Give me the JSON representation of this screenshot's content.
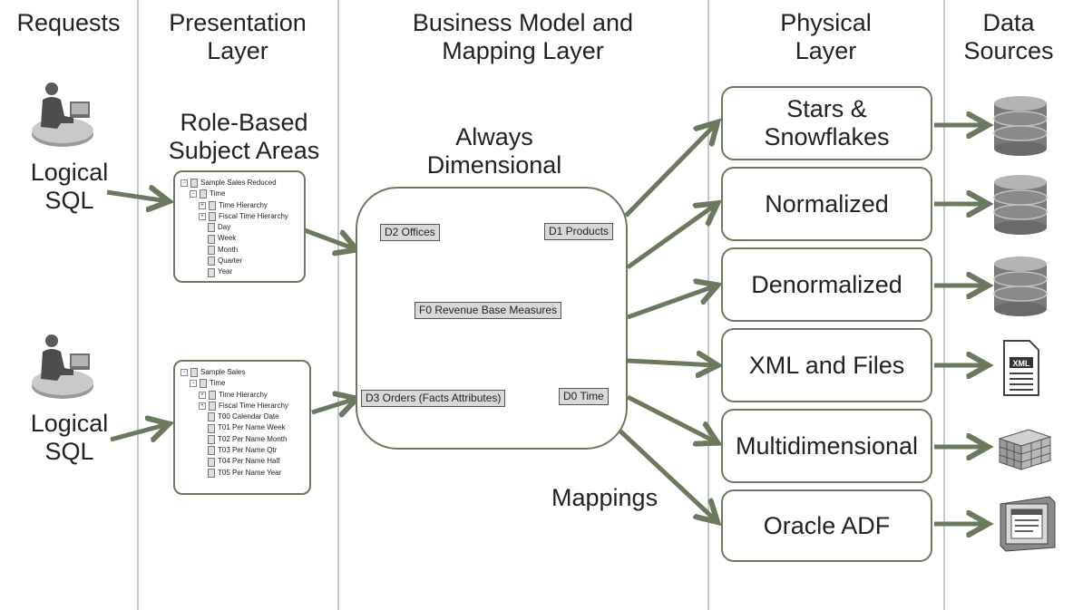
{
  "columns": {
    "requests": "Requests",
    "presentation": [
      "Presentation",
      "Layer"
    ],
    "business": [
      "Business Model and",
      "Mapping Layer"
    ],
    "physical": [
      "Physical",
      "Layer"
    ],
    "sources": [
      "Data",
      "Sources"
    ]
  },
  "requests": [
    {
      "label": [
        "Logical",
        "SQL"
      ],
      "icon": "user-at-computer-icon"
    },
    {
      "label": [
        "Logical",
        "SQL"
      ],
      "icon": "user-at-computer-icon"
    }
  ],
  "presentation": {
    "subtitle": [
      "Role-Based",
      "Subject Areas"
    ],
    "tree1": {
      "root": "Sample Sales Reduced",
      "folder": "Time",
      "items": [
        "Time Hierarchy",
        "Fiscal Time Hierarchy",
        "Day",
        "Week",
        "Month",
        "Quarter",
        "Year"
      ]
    },
    "tree2": {
      "root": "Sample Sales",
      "folder": "Time",
      "items": [
        "Time Hierarchy",
        "Fiscal Time Hierarchy",
        "T00 Calendar Date",
        "T01 Per Name Week",
        "T02 Per Name Month",
        "T03 Per Name Qtr",
        "T04 Per Name Half",
        "T05 Per Name Year"
      ]
    }
  },
  "business": {
    "subtitle": [
      "Always",
      "Dimensional"
    ],
    "nodes": {
      "offices": "D2 Offices",
      "products": "D1 Products",
      "revenue": "F0 Revenue Base Measures",
      "orders": "D3 Orders (Facts Attributes)",
      "time": "D0 Time"
    },
    "mappings": "Mappings"
  },
  "physical": [
    {
      "label": [
        "Stars &",
        "Snowflakes"
      ],
      "source_icon": "database-icon"
    },
    {
      "label": [
        "Normalized"
      ],
      "source_icon": "database-icon"
    },
    {
      "label": [
        "Denormalized"
      ],
      "source_icon": "database-icon"
    },
    {
      "label": [
        "XML and Files"
      ],
      "source_icon": "xml-file-icon"
    },
    {
      "label": [
        "Multidimensional"
      ],
      "source_icon": "data-cube-icon"
    },
    {
      "label": [
        "Oracle ADF"
      ],
      "source_icon": "adf-window-icon"
    }
  ],
  "colors": {
    "arrow": "#6b7a5e",
    "box_border": "#6b7a5e",
    "divider": "#c8c8c8"
  }
}
